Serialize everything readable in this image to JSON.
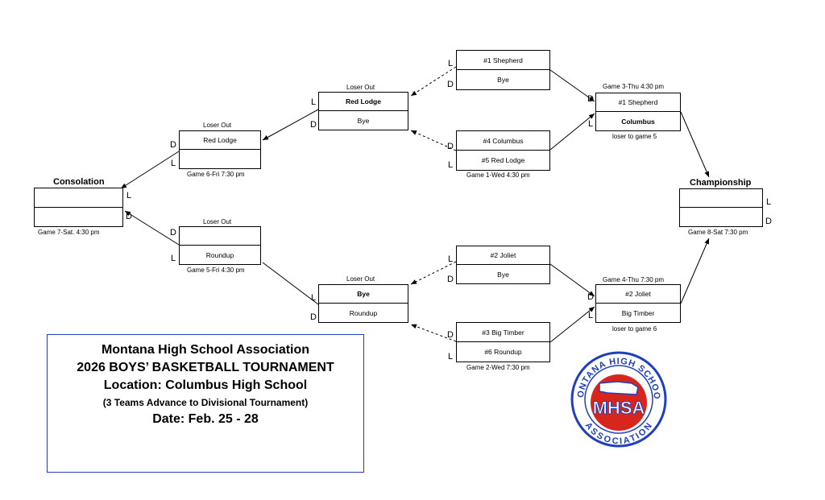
{
  "info": {
    "line1": "Montana High School Association",
    "line2": "2026  BOYS’ BASKETBALL TOURNAMENT",
    "line3": "Location: Columbus High School",
    "line4": "(3 Teams Advance to Divisional Tournament)",
    "line5": "Date:  Feb. 25 - 28"
  },
  "headings": {
    "consolation": "Consolation",
    "championship": "Championship"
  },
  "logo": {
    "top_text": "MONTANA HIGH SCHOOL",
    "center_text": "MHSA",
    "bottom_text": "ASSOCIATION",
    "colors": {
      "blue": "#1f3fbf",
      "red": "#d8261c"
    }
  },
  "games": {
    "g1": {
      "top": "#4 Columbus",
      "bottom": "#5 Red Lodge",
      "caption": "Game 1-Wed 4:30 pm"
    },
    "g2": {
      "top": "#3 Big Timber",
      "bottom": "#6 Roundup",
      "caption": "Game 2-Wed 7:30 pm"
    },
    "bye1": {
      "top": "#1 Shepherd",
      "bottom": "Bye"
    },
    "bye2": {
      "top": "#2 Joliet",
      "bottom": "Bye"
    },
    "g3": {
      "top": "#1  Shepherd",
      "bottom": "Columbus",
      "caption": "Game 3-Thu 4:30 pm",
      "note": "loser to game 5"
    },
    "g4": {
      "top": "#2 Joliet",
      "bottom": "Big Timber",
      "caption": "Game 4-Thu 7:30 pm",
      "note": "loser to game 6"
    },
    "lo_top": {
      "top": "Red Lodge",
      "bottom": "Bye",
      "caption": "Loser Out"
    },
    "lo_bottom": {
      "top": "Bye",
      "bottom": "Roundup",
      "caption": "Loser Out"
    },
    "g6": {
      "top": "Red Lodge",
      "bottom": "",
      "header": "Loser Out",
      "caption": "Game 6-Fri 7:30 pm"
    },
    "g5": {
      "top": "",
      "bottom": "Roundup",
      "header": "Loser Out",
      "caption": "Game 5-Fri 4:30 pm"
    },
    "g7": {
      "top": "",
      "bottom": "",
      "caption": "Game 7-Sat. 4:30 pm"
    },
    "g8": {
      "top": "",
      "bottom": "",
      "caption": "Game 8-Sat 7:30 pm"
    }
  },
  "marks": {
    "L": "L",
    "D": "D"
  }
}
